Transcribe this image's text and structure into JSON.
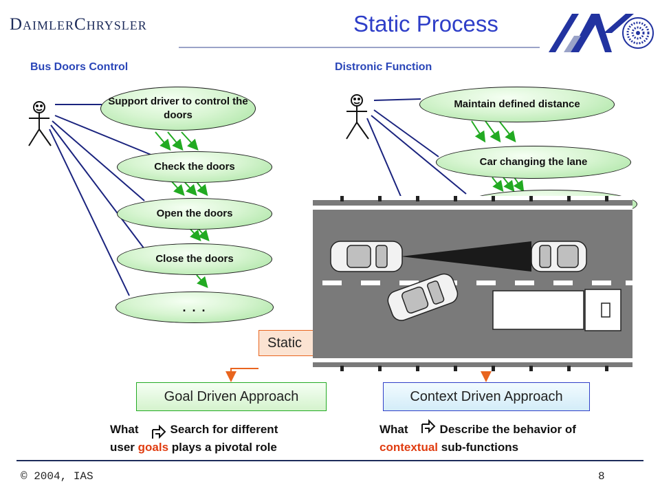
{
  "header": {
    "logo_text": "DaimlerChrysler",
    "title": "Static Process",
    "ias_logo_icon": "ias-logo-icon"
  },
  "bus_doors": {
    "heading": "Bus Doors Control",
    "use_cases": [
      {
        "label": "Support driver to control the doors"
      },
      {
        "label": "Check the doors"
      },
      {
        "label": "Open the doors"
      },
      {
        "label": "Close the doors"
      },
      {
        "label": ". . ."
      }
    ]
  },
  "distronic": {
    "heading": "Distronic Function",
    "use_cases": [
      {
        "label": "Maintain defined distance"
      },
      {
        "label": "Car changing the lane"
      }
    ]
  },
  "approach": {
    "root_label": "Static",
    "goal_box": "Goal Driven Approach",
    "context_box": "Context Driven Approach"
  },
  "notes": {
    "goal": {
      "what": "What",
      "line1": "Search for different",
      "line2_pre": "user ",
      "line2_highlight": "goals",
      "line2_post": " plays a pivotal role"
    },
    "context": {
      "what": "What",
      "line1": "Describe the behavior of",
      "line2_highlight": "contextual",
      "line2_post": " sub-functions"
    }
  },
  "footer": {
    "copyright": "© 2004, IAS",
    "page_number": "8"
  },
  "colors": {
    "title_blue": "#2e3ec8",
    "connector_navy": "#1a237e",
    "arrow_green": "#22aa22",
    "flow_orange": "#e8641e",
    "highlight_red": "#e03c10",
    "ellipse_green": "#a5e39e"
  }
}
